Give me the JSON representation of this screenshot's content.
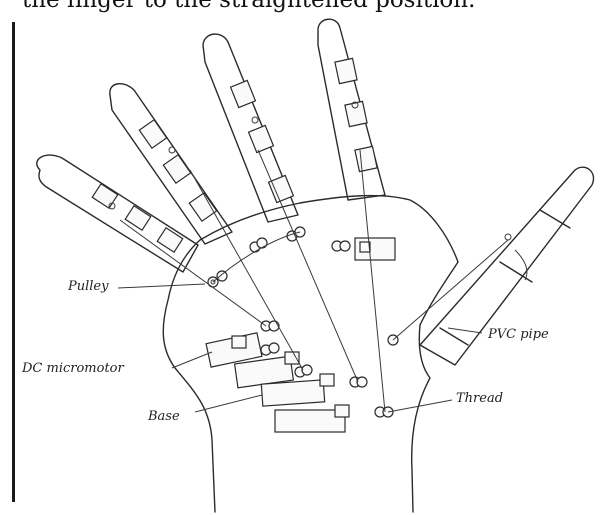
{
  "caption": "the finger to the straightened position.",
  "labels": {
    "pulley": "Pulley",
    "dc_micromotor": "DC micromotor",
    "base": "Base",
    "pvc_pipe": "PVC pipe",
    "thread": "Thread"
  }
}
